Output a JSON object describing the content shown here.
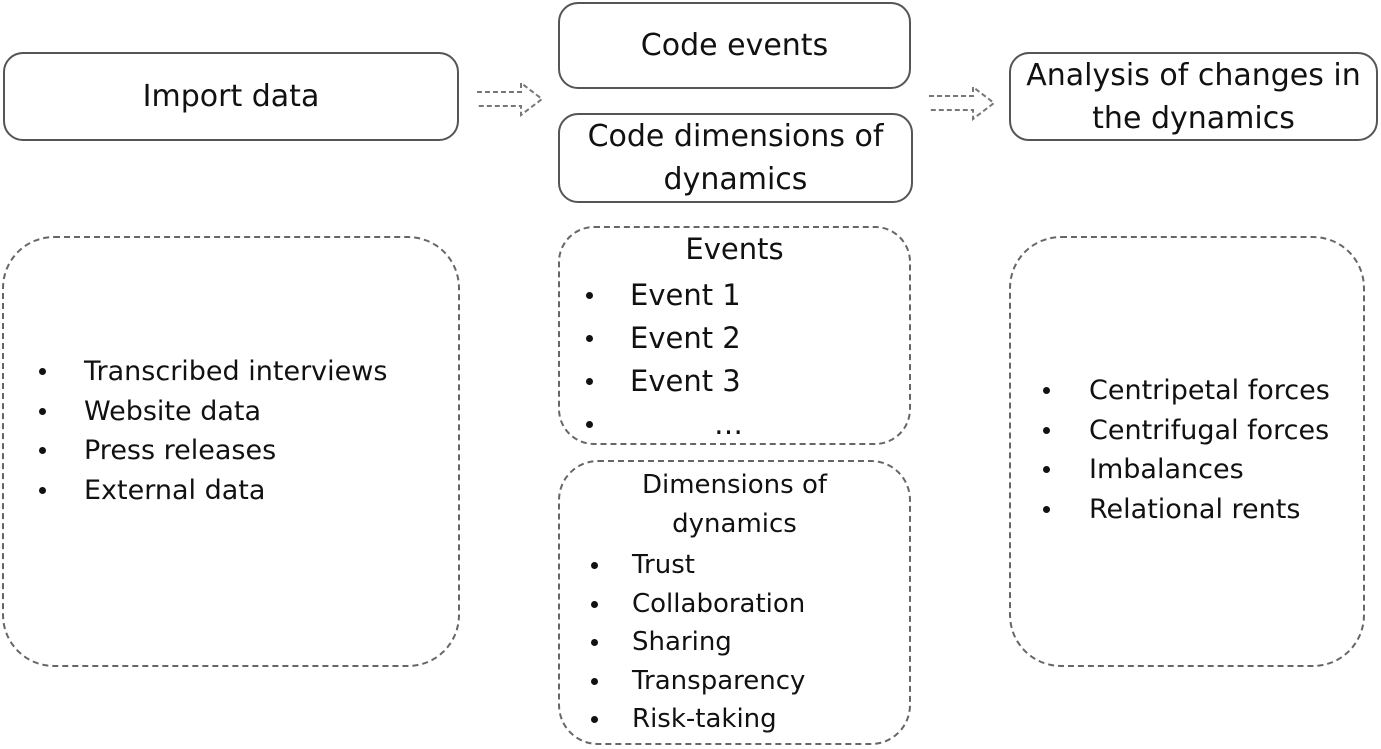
{
  "steps": {
    "import": {
      "label": "Import data"
    },
    "code_events": {
      "label": "Code events"
    },
    "code_dimensions": {
      "label": "Code dimensions of dynamics"
    },
    "analysis": {
      "label": "Analysis of changes in the dynamics"
    }
  },
  "panels": {
    "import_sources": {
      "items": [
        "Transcribed interviews",
        "Website data",
        "Press releases",
        "External data"
      ]
    },
    "events": {
      "title": "Events",
      "items": [
        "Event 1",
        "Event 2",
        "Event 3",
        "…"
      ]
    },
    "dimensions": {
      "title": "Dimensions of dynamics",
      "items": [
        "Trust",
        "Collaboration",
        "Sharing",
        "Transparency",
        "Risk-taking"
      ]
    },
    "analysis_forces": {
      "items": [
        "Centripetal forces",
        "Centrifugal forces",
        "Imbalances",
        "Relational rents"
      ]
    }
  },
  "colors": {
    "border": "#555555",
    "text": "#111111",
    "background": "#ffffff"
  }
}
